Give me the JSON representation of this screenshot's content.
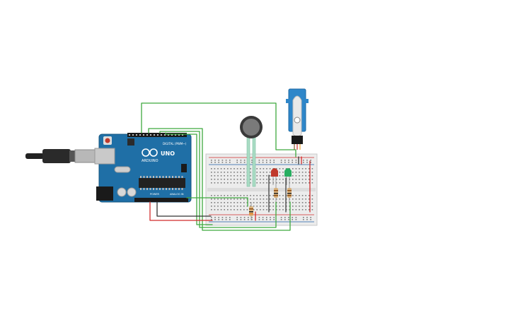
{
  "arduino": {
    "brand": "ARDUINO",
    "model": "UNO",
    "digital_label": "DIGITAL (PWM~)",
    "power_label": "POWER",
    "analog_label": "ANALOG IN"
  },
  "components": {
    "board": "arduino-uno",
    "breadboard": "half-size",
    "sensor": "force-sensitive-resistor",
    "actuator": "micro-servo",
    "leds": [
      "red",
      "green"
    ],
    "resistor_count": 3
  },
  "colors": {
    "board": "#1f6fa6",
    "breadboard": "#ececec",
    "wire_green": "#3fa93f",
    "wire_red": "#d22b2b",
    "wire_black": "#333333",
    "servo": "#2e86c9",
    "led_red": "#c0392b",
    "led_green": "#27ae60"
  }
}
